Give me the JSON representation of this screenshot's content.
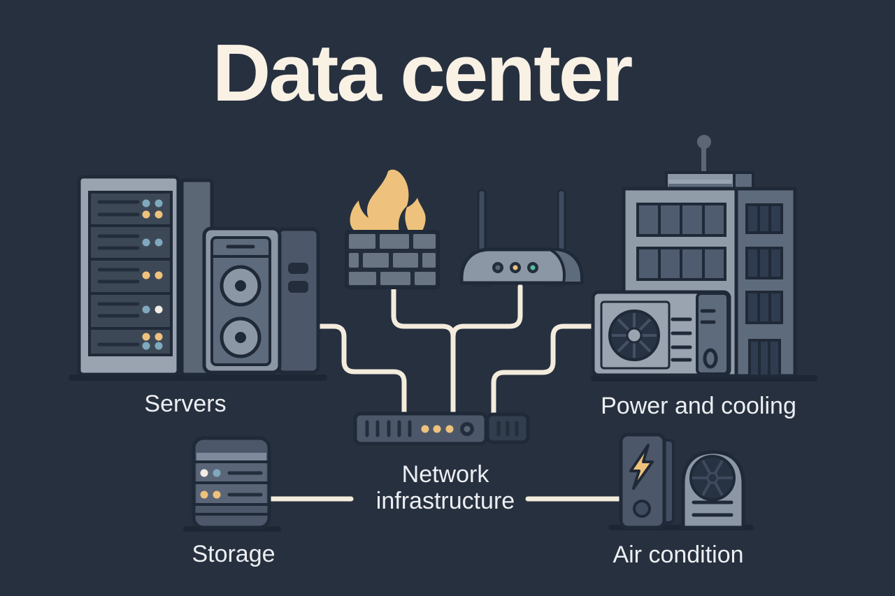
{
  "title": "Data center",
  "labels": {
    "servers": "Servers",
    "power_cooling": "Power and cooling",
    "network_line1": "Network",
    "network_line2": "infrastructure",
    "storage": "Storage",
    "air_condition": "Air condition"
  },
  "icons": [
    "server-rack-icon",
    "tower-server-icon",
    "firewall-icon",
    "flame-icon",
    "wifi-router-icon",
    "office-building-icon",
    "antenna-icon",
    "ac-outdoor-unit-icon",
    "fan-icon",
    "network-switch-icon",
    "storage-array-icon",
    "ups-unit-icon",
    "lightning-icon",
    "air-conditioner-icon"
  ],
  "colors": {
    "bg": "#27303f",
    "cream": "#f8f1e4",
    "label": "#edeff2",
    "line": "#f3ecdc",
    "g1": "#9aa4b1",
    "g2": "#8c97a5",
    "bld": "#919ca9",
    "g3": "#5e6b7c",
    "col": "#5b6775",
    "g4": "#4c5869",
    "g5": "#3d4857",
    "g6": "#323d4d",
    "ink": "#1f2937",
    "ink2": "#232d3c",
    "yellow": "#eec27c",
    "blue": "#7fa9bd",
    "teal": "#53c0a0",
    "wdot": "#f2ede3",
    "shadow": "#1d2634",
    "brick": "#6a7583",
    "wina": "#4f5c70",
    "winb": "#2f3b4f",
    "fan": "#273243",
    "band": "#7e8a9b",
    "rows": "#5a6678",
    "ant": "#3f4c5f",
    "back": "#414d60",
    "hub": "#5a6575",
    "spoke": "#445164",
    "spoke2": "#3e4b5e"
  }
}
